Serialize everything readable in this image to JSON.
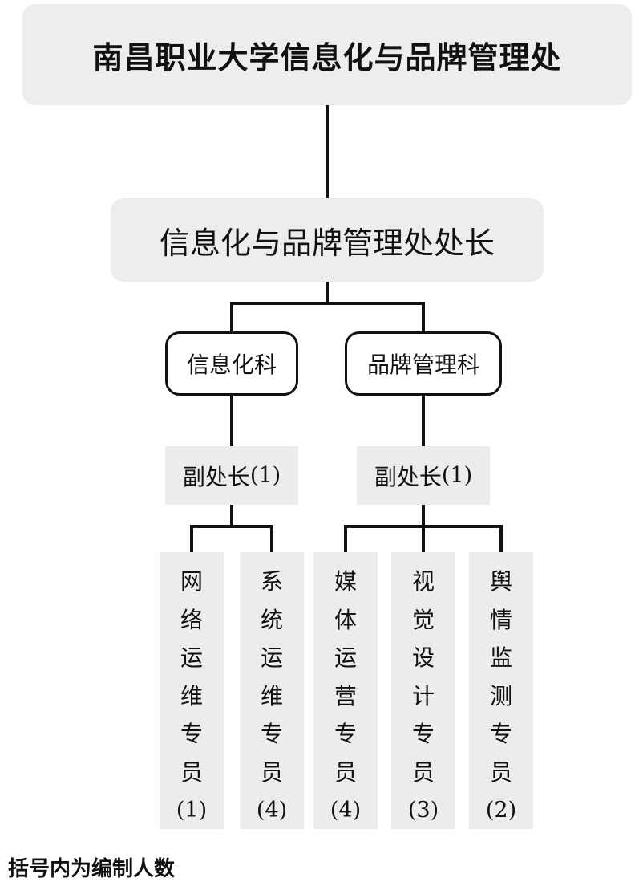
{
  "org_chart": {
    "root": {
      "label": "南昌职业大学信息化与品牌管理处"
    },
    "director": {
      "label": "信息化与品牌管理处处长"
    },
    "sections": [
      {
        "label": "信息化科",
        "deputy": {
          "label": "副处长",
          "count": "(1)"
        },
        "roles": [
          {
            "chars": [
              "网",
              "络",
              "运",
              "维",
              "专",
              "员"
            ],
            "count": "(1)"
          },
          {
            "chars": [
              "系",
              "统",
              "运",
              "维",
              "专",
              "员"
            ],
            "count": "(4)"
          }
        ]
      },
      {
        "label": "品牌管理科",
        "deputy": {
          "label": "副处长",
          "count": "(1)"
        },
        "roles": [
          {
            "chars": [
              "媒",
              "体",
              "运",
              "营",
              "专",
              "员"
            ],
            "count": "(4)"
          },
          {
            "chars": [
              "视",
              "觉",
              "设",
              "计",
              "专",
              "员"
            ],
            "count": "(3)"
          },
          {
            "chars": [
              "舆",
              "情",
              "监",
              "测",
              "专",
              "员"
            ],
            "count": "(2)"
          }
        ]
      }
    ]
  },
  "footnote": "括号内为编制人数",
  "colors": {
    "box_fill": "#ededed",
    "line": "#111111",
    "text": "#111111"
  }
}
